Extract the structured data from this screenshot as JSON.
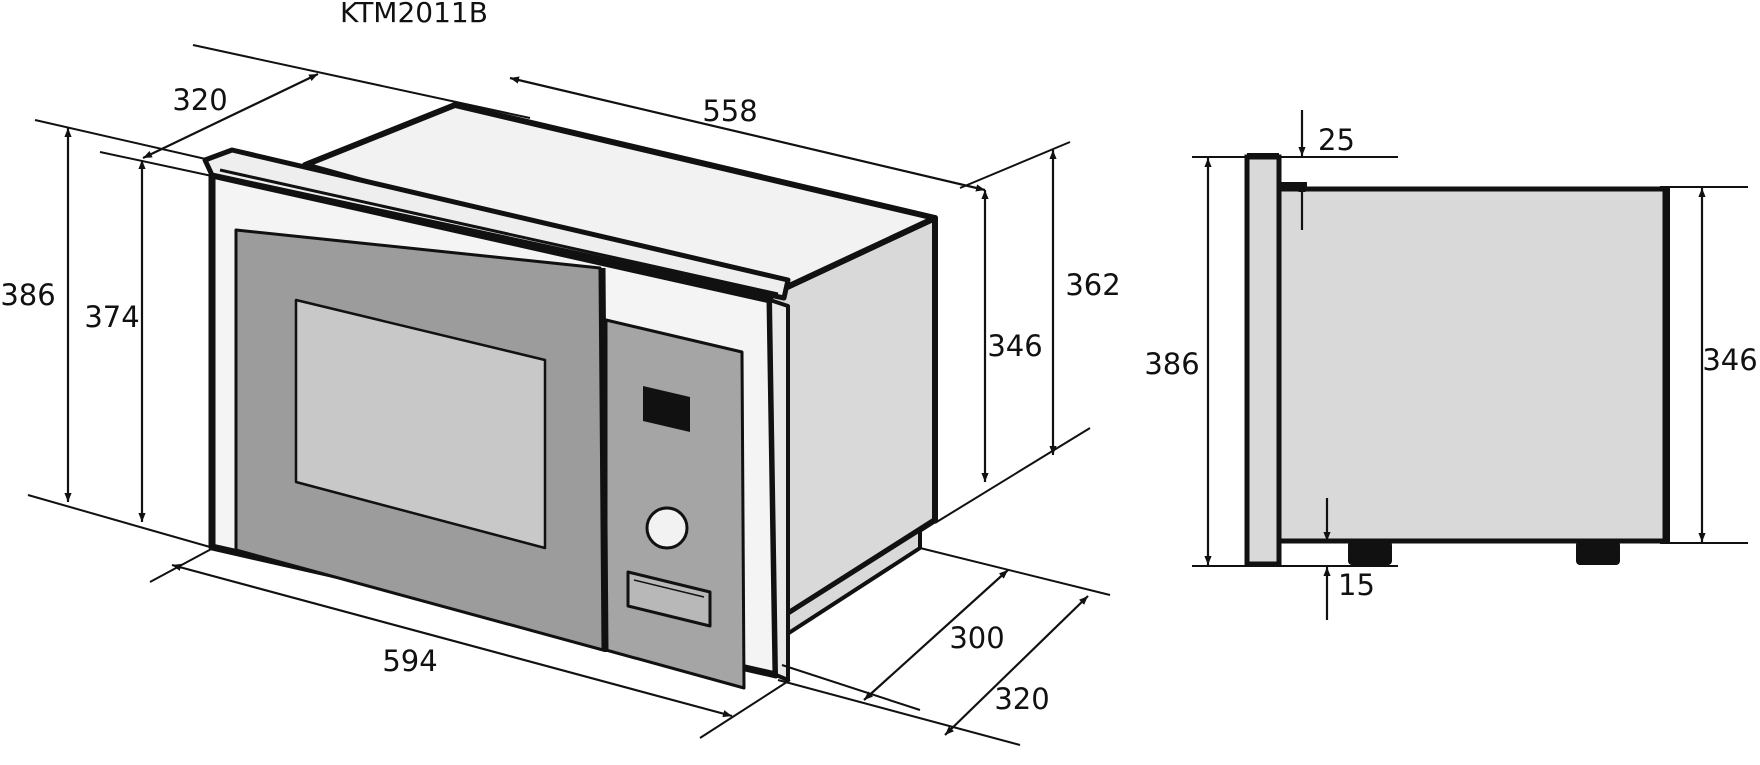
{
  "title": "KTM2011B",
  "front_view": {
    "width_label": "594",
    "height_outer_label": "386",
    "height_inner_label": "374",
    "top_depth_label": "320",
    "top_width_label": "558",
    "right_height_outer_label": "362",
    "right_height_inner_label": "346",
    "bottom_depth_inner_label": "300",
    "bottom_depth_outer_label": "320"
  },
  "side_view": {
    "height_label": "386",
    "cavity_height_label": "346",
    "top_offset_label": "25",
    "bottom_offset_label": "15"
  },
  "colors": {
    "line": "#111111",
    "frame_fill": "#f4f4f4",
    "body_fill": "#d9d9d9",
    "door_fill": "#9c9c9c",
    "window_fill": "#c8c8c8",
    "panel_fill": "#a5a5a5",
    "display_fill": "#111111",
    "knob_fill": "#f2f2f2"
  }
}
